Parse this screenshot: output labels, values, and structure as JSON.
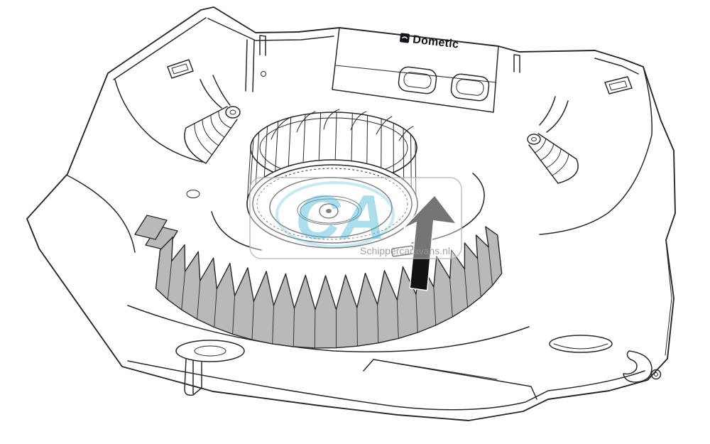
{
  "colors": {
    "bg": "#ffffff",
    "line": "#282828",
    "gear-fill": "#b9b9b9",
    "arrow": "#121212",
    "brand": "#14141a",
    "wm-blue": "#4ab5d6",
    "wm-text": "#8f9498"
  },
  "brand": {
    "name": "Dometic",
    "logo_icon": "dometic-logo-icon"
  },
  "watermark": {
    "monogram": "CA",
    "site": "Schippercaravans.nl"
  },
  "icons": {
    "arrow": "up-arrow-icon",
    "brand_logo": "dometic-logo-icon"
  }
}
